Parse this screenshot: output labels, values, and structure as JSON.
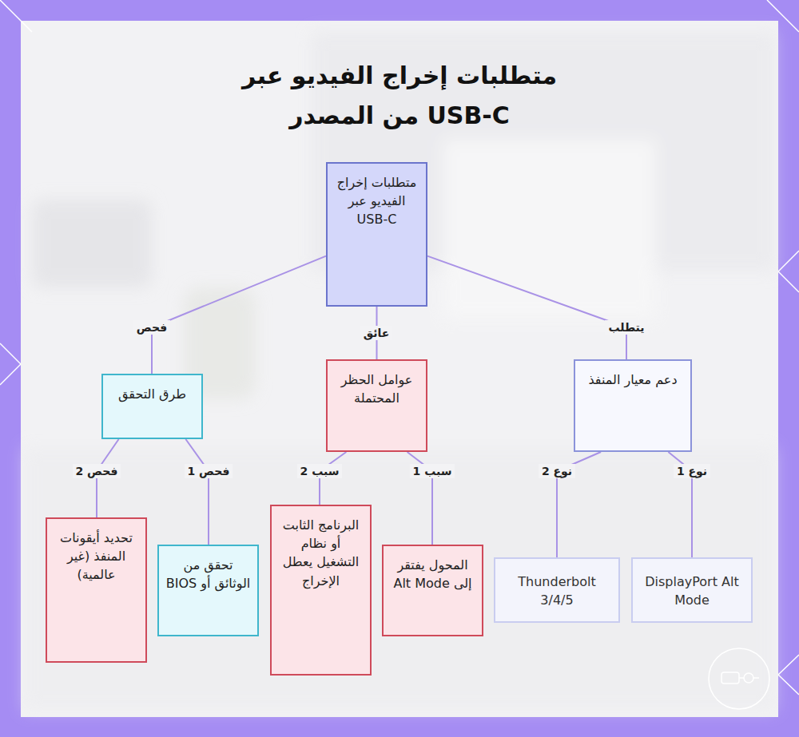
{
  "diagram": {
    "title": "متطلبات إخراج الفيديو عبر USB-C من المصدر",
    "nodes": [
      {
        "text": [
          "متطلبات إخراج الفيديو عبر USB-C"
        ]
      },
      {
        "text": [
          "دعم معيار المنفذ"
        ]
      },
      {
        "text": [
          "DisplayPort Alt Mode"
        ]
      },
      {
        "text": [
          "Thunderbolt 3/4/5"
        ]
      },
      {
        "text": [
          "عوامل الحظر المحتملة"
        ]
      },
      {
        "text": [
          "المحول يفتقر إلى Alt Mode"
        ]
      },
      {
        "text": [
          "البرنامج الثابت أو نظام التشغيل يعطل الإخراج"
        ]
      },
      {
        "text": [
          "طرق التحقق"
        ]
      },
      {
        "text": [
          "تحقق من الوثائق أو BIOS"
        ]
      },
      {
        "text": [
          "تحديد أيقونات المنفذ (غير عالمية)"
        ]
      }
    ],
    "edges": [
      {
        "from": 0,
        "to": 1,
        "label": "يتطلب",
        "arrow": "none"
      },
      {
        "from": 0,
        "to": 4,
        "label": "عائق",
        "arrow": "none"
      },
      {
        "from": 0,
        "to": 7,
        "label": "فحص",
        "arrow": "none"
      },
      {
        "from": 1,
        "to": 2,
        "label": "نوع 1",
        "arrow": "none"
      },
      {
        "from": 1,
        "to": 3,
        "label": "نوع 2",
        "arrow": "none"
      },
      {
        "from": 4,
        "to": 5,
        "label": "سبب 1",
        "arrow": "none"
      },
      {
        "from": 4,
        "to": 6,
        "label": "سبب 2",
        "arrow": "none"
      },
      {
        "from": 7,
        "to": 8,
        "label": "فحص 1",
        "arrow": "none"
      },
      {
        "from": 7,
        "to": 9,
        "label": "فحص 2",
        "arrow": "none"
      }
    ]
  }
}
